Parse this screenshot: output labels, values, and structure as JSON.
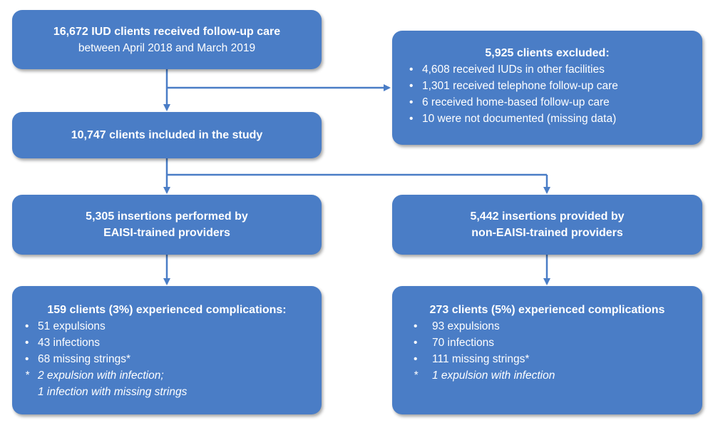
{
  "boxes": {
    "followup": {
      "title": "16,672 IUD clients received follow-up care",
      "subtitle": "between April 2018 and March 2019"
    },
    "excluded": {
      "title": "5,925 clients excluded:",
      "items": [
        "4,608 received IUDs in other facilities",
        "1,301 received telephone follow-up care",
        "6 received home-based follow-up care",
        "10 were not documented (missing data)"
      ]
    },
    "included": {
      "title": "10,747 clients included in the study"
    },
    "eaisi": {
      "line1": "5,305 insertions performed by",
      "line2": "EAISI-trained providers"
    },
    "non_eaisi": {
      "line1": "5,442 insertions provided by",
      "line2": "non-EAISI-trained providers"
    },
    "eaisi_complications": {
      "title": "159 clients (3%) experienced complications:",
      "items": [
        "51 expulsions",
        "43 infections",
        "68 missing strings*"
      ],
      "note_line1": "2 expulsion with infection;",
      "note_line2": "1 infection with missing strings"
    },
    "non_eaisi_complications": {
      "title": "273 clients (5%) experienced complications",
      "items": [
        "93 expulsions",
        "70 infections",
        "111 missing strings*"
      ],
      "note_line1": "1 expulsion with infection"
    }
  },
  "symbols": {
    "bullet": "•",
    "asterisk": "*"
  },
  "colors": {
    "box_fill": "#4a7dc6",
    "connector": "#4a7dc6",
    "text": "#ffffff"
  }
}
